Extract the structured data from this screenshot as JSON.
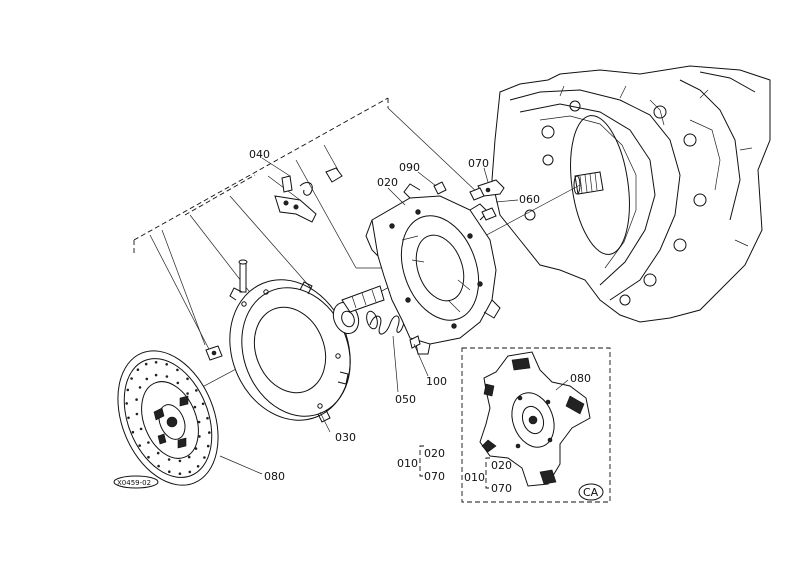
{
  "labels": {
    "p040": "040",
    "p020": "020",
    "p090": "090",
    "p070": "070",
    "p060": "060",
    "p100": "100",
    "p050": "050",
    "p030": "030",
    "p080_disc": "080",
    "p080_inset": "080",
    "kit_a_010": "010",
    "kit_a_020": "020",
    "kit_a_070": "070",
    "kit_b_010": "010",
    "kit_b_020": "020",
    "kit_b_070": "070",
    "inset_tag": "CA",
    "drawing_code": "X0459-02"
  }
}
